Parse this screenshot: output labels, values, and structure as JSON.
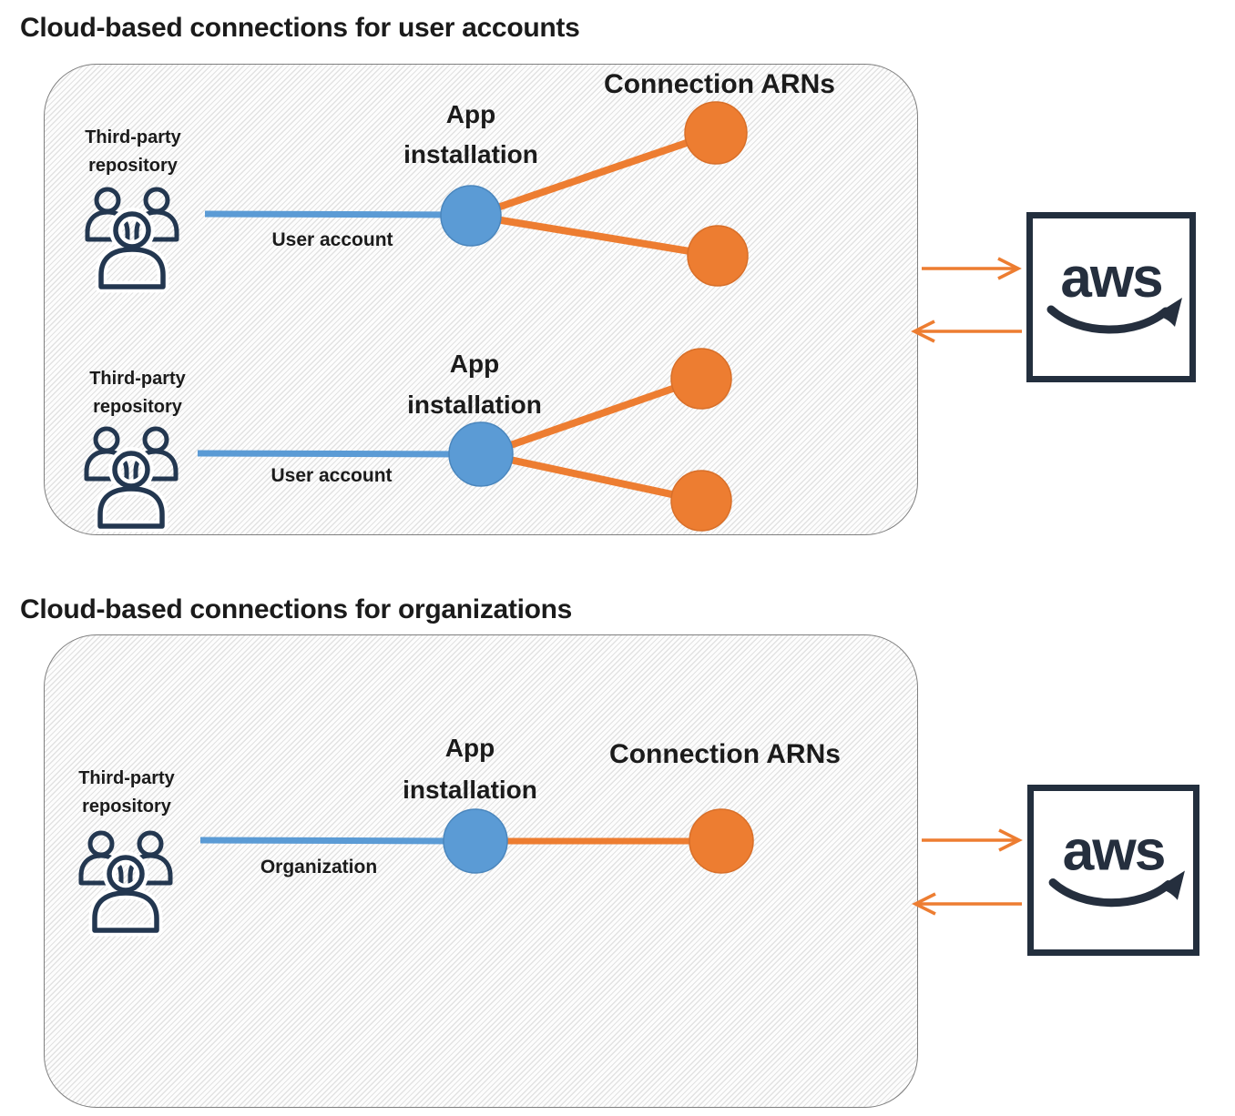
{
  "colors": {
    "blue": "#5B9BD5",
    "orange": "#ED7D31",
    "navy": "#252F3E",
    "text": "#1b1b1b",
    "box_border": "#7f7f7f"
  },
  "aws_label": "aws",
  "section1": {
    "title": "Cloud-based connections for user accounts",
    "arn_heading": "Connection ARNs",
    "row1": {
      "repo_line1": "Third-party",
      "repo_line2": "repository",
      "link_label": "User account",
      "app_line1": "App",
      "app_line2": "installation"
    },
    "row2": {
      "repo_line1": "Third-party",
      "repo_line2": "repository",
      "link_label": "User account",
      "app_line1": "App",
      "app_line2": "installation"
    }
  },
  "section2": {
    "title": "Cloud-based connections for organizations",
    "arn_heading": "Connection ARNs",
    "row1": {
      "repo_line1": "Third-party",
      "repo_line2": "repository",
      "link_label": "Organization",
      "app_line1": "App",
      "app_line2": "installation"
    }
  }
}
